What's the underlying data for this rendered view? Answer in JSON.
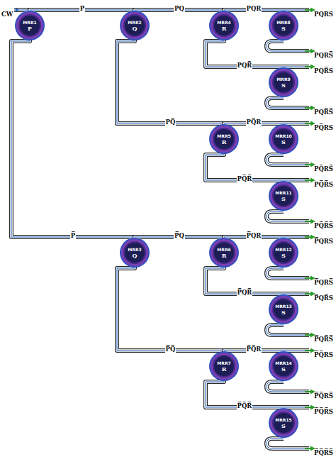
{
  "diagram": {
    "nodes": [
      {
        "text": [
          "MRR1",
          "P"
        ]
      },
      {
        "text": [
          "MRR2",
          "Q"
        ]
      },
      {
        "text": [
          "MRR3",
          "Q"
        ]
      },
      {
        "text": [
          "MRR4",
          "R"
        ]
      },
      {
        "text": [
          "MRR5",
          "R"
        ]
      },
      {
        "text": [
          "MRR6",
          "R"
        ]
      },
      {
        "text": [
          "MRR7",
          "R"
        ]
      },
      {
        "text": [
          "MRR8",
          "S"
        ]
      },
      {
        "text": [
          "MRR9",
          "S"
        ]
      },
      {
        "text": [
          "MRR10",
          "S"
        ]
      },
      {
        "text": [
          "MRR11",
          "S"
        ]
      },
      {
        "text": [
          "MRR12",
          "S"
        ]
      },
      {
        "text": [
          "MRR13",
          "S"
        ]
      },
      {
        "text": [
          "MRR14",
          "S"
        ]
      },
      {
        "text": [
          "MRR15",
          "S"
        ]
      }
    ],
    "edges": [
      {
        "from": 0,
        "to": 1,
        "arrow": "none",
        "label": "P"
      },
      {
        "from": 0,
        "to": 2,
        "arrow": "none",
        "label": "P̅"
      },
      {
        "from": 1,
        "to": 3,
        "arrow": "none",
        "label": "PQ"
      },
      {
        "from": 1,
        "to": 4,
        "arrow": "none",
        "label": "PQ̅"
      },
      {
        "from": 2,
        "to": 5,
        "arrow": "none",
        "label": "P̅Q"
      },
      {
        "from": 2,
        "to": 6,
        "arrow": "none",
        "label": "P̅Q̅"
      },
      {
        "from": 3,
        "to": 7,
        "arrow": "none",
        "label": "PQR"
      },
      {
        "from": 3,
        "to": 8,
        "arrow": "none",
        "label": "PQR̅"
      },
      {
        "from": 4,
        "to": 9,
        "arrow": "none",
        "label": "PQ̅R"
      },
      {
        "from": 4,
        "to": 10,
        "arrow": "none",
        "label": "PQ̅R̅"
      },
      {
        "from": 5,
        "to": 11,
        "arrow": "none",
        "label": "P̅QR"
      },
      {
        "from": 5,
        "to": 12,
        "arrow": "none",
        "label": "P̅QR̅"
      },
      {
        "from": 6,
        "to": 13,
        "arrow": "none",
        "label": "P̅Q̅R"
      },
      {
        "from": 6,
        "to": 14,
        "arrow": "none",
        "label": "P̅Q̅R̅"
      }
    ],
    "labels": [
      "CW",
      "PQRS",
      "PQRS̅",
      "PQR̅S",
      "PQR̅S̅",
      "PQ̅RS",
      "PQ̅RS̅",
      "PQ̅R̅S",
      "PQ̅R̅S̅",
      "P̅QRS",
      "P̅QRS̅",
      "P̅QR̅S",
      "P̅QR̅S̅",
      "P̅Q̅RS",
      "P̅Q̅RS̅",
      "P̅Q̅R̅S",
      "P̅Q̅R̅S̅"
    ]
  }
}
